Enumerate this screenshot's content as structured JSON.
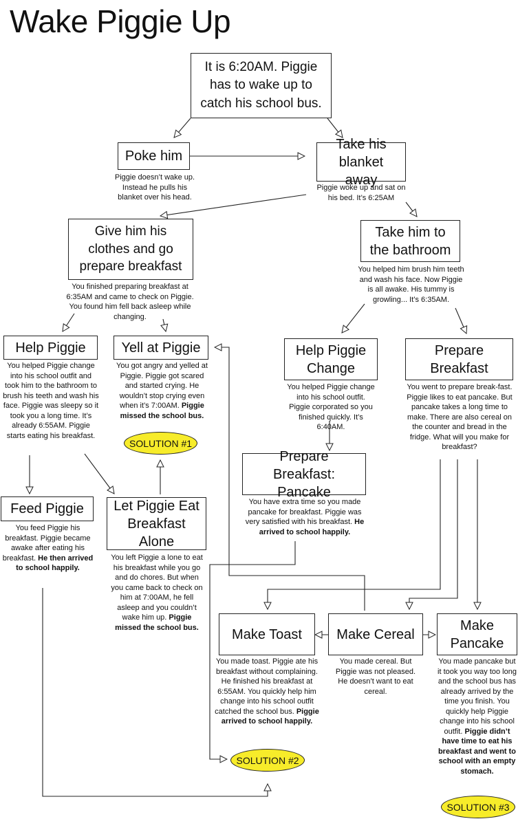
{
  "title": "Wake Piggie Up",
  "nodes": {
    "start": "It is 6:20AM. Piggie has to wake up to catch his school bus.",
    "poke": "Poke him",
    "blanket": "Take his blanket away",
    "clothes": "Give him his clothes and go prepare breakfast",
    "bathroom": "Take him to the bathroom",
    "help_piggie": "Help Piggie",
    "yell": "Yell at Piggie",
    "help_change": "Help Piggie Change",
    "prepare_breakfast": "Prepare Breakfast",
    "feed": "Feed Piggie",
    "let_eat": "Let Piggie Eat Breakfast Alone",
    "pancake_breakfast": "Prepare Breakfast: Pancake",
    "toast": "Make Toast",
    "cereal": "Make Cereal",
    "make_pancake": "Make Pancake"
  },
  "notes": {
    "poke": "Piggie doesn’t wake up. Instead he pulls his blanket over his head.",
    "blanket": "Piggie woke up and sat on his bed. It’s 6:25AM",
    "clothes": "You finished preparing breakfast at 6:35AM and came to check on Piggie. You found him fell back asleep while changing.",
    "bathroom": "You helped him brush him teeth and wash his face. Now Piggie is all awake. His tummy is growling... It’s 6:35AM.",
    "help_piggie": "You helped Piggie change into his school outfit and took him to the bathroom to brush his teeth and wash his face. Piggie was sleepy so it took you a long time. It’s already 6:55AM. Piggie starts eating his breakfast.",
    "yell_text": "You got angry and yelled at Piggie. Piggie got scared and started crying. He wouldn’t stop crying even when it’s 7:00AM.",
    "yell_bold": "Piggie missed the school bus.",
    "help_change": "You helped Piggie change into his school outfit. Piggie corporated so you finished quickly. It’s 6:40AM.",
    "prepare_breakfast": "You went to prepare break-fast. Piggie likes to eat pancake. But pancake takes a long time to make. There are also cereal on the counter and bread in the fridge. What will you make for breakfast?",
    "feed_text": "You feed Piggie his breakfast. Piggie became awake after eating his breakfast.",
    "feed_bold": "He then arrived to school happily.",
    "let_eat_text": "You left Piggie a lone to eat his breakfast while you go and do chores. But when you came back to check on him at 7:00AM, he fell asleep and you couldn’t wake him up.",
    "let_eat_bold": "Piggie missed the school bus.",
    "pancake_text": "You have extra time so you made pancake for breakfast. Piggie was very satisfied with his breakfast.",
    "pancake_bold": "He arrived to school happily.",
    "toast_text": "You made toast. Piggie ate his breakfast without complaining. He finished his breakfast at 6:55AM. You quickly help him change into his school outfit catched the school bus.",
    "toast_bold": "Piggie arrived to school happily.",
    "cereal": "You made cereal. But Piggie was not pleased. He doesn’t want to eat cereal.",
    "make_pancake_text": "You made pancake but it took you way too long and the school bus has already arrived by the time you finish. You quickly help Piggie change into his school outfit.",
    "make_pancake_bold": "Piggie didn’t have time to eat his breakfast and went to school with an empty stomach."
  },
  "solutions": {
    "s1": "SOLUTION #1",
    "s2": "SOLUTION #2",
    "s3": "SOLUTION #3"
  },
  "colors": {
    "solution_fill": "#f7ec2a",
    "line": "#222222"
  }
}
